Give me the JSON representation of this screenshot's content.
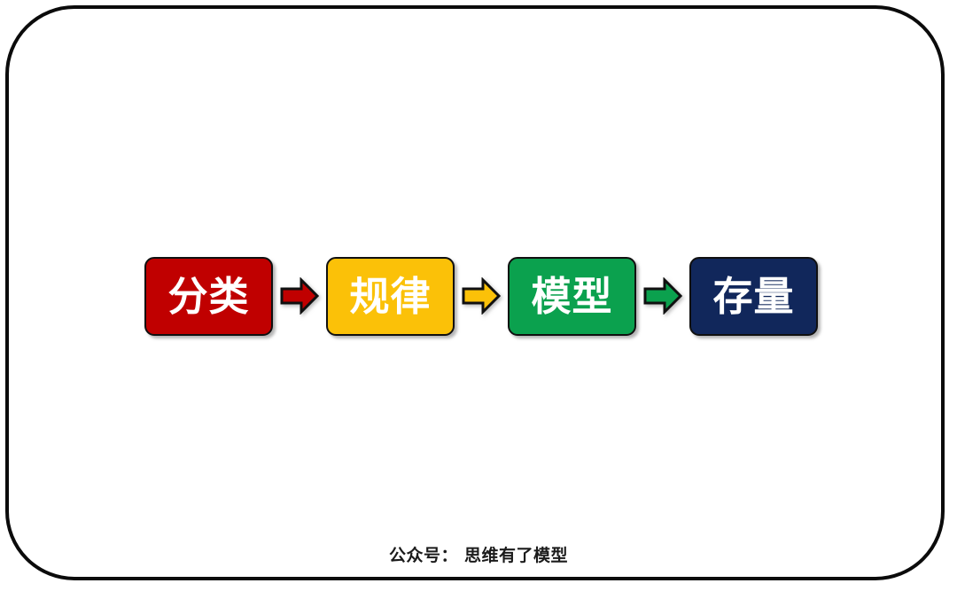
{
  "slide": {
    "background_color": "#ffffff",
    "frame": {
      "border_color": "#0b0b0b",
      "corner_style": "rounded"
    }
  },
  "diagram": {
    "type": "horizontal-flow",
    "direction": "left-to-right",
    "nodes": [
      {
        "label": "分类",
        "fill": "#C00000",
        "text_color": "#ffffff",
        "border_color": "#101010",
        "order": 1
      },
      {
        "label": "规律",
        "fill": "#FBC108",
        "text_color": "#ffffff",
        "border_color": "#101010",
        "order": 2
      },
      {
        "label": "模型",
        "fill": "#0BA14E",
        "text_color": "#ffffff",
        "border_color": "#101010",
        "order": 3
      },
      {
        "label": "存量",
        "fill": "#11275B",
        "text_color": "#ffffff",
        "border_color": "#101010",
        "order": 4
      }
    ],
    "connectors": [
      {
        "icon": "arrow-right-icon",
        "fill": "#C00000",
        "from": "分类",
        "to": "规律"
      },
      {
        "icon": "arrow-right-icon",
        "fill": "#FBC108",
        "from": "规律",
        "to": "模型"
      },
      {
        "icon": "arrow-right-icon",
        "fill": "#0BA14E",
        "from": "模型",
        "to": "存量"
      }
    ]
  },
  "caption": {
    "text": "公众号： 思维有了模型"
  }
}
